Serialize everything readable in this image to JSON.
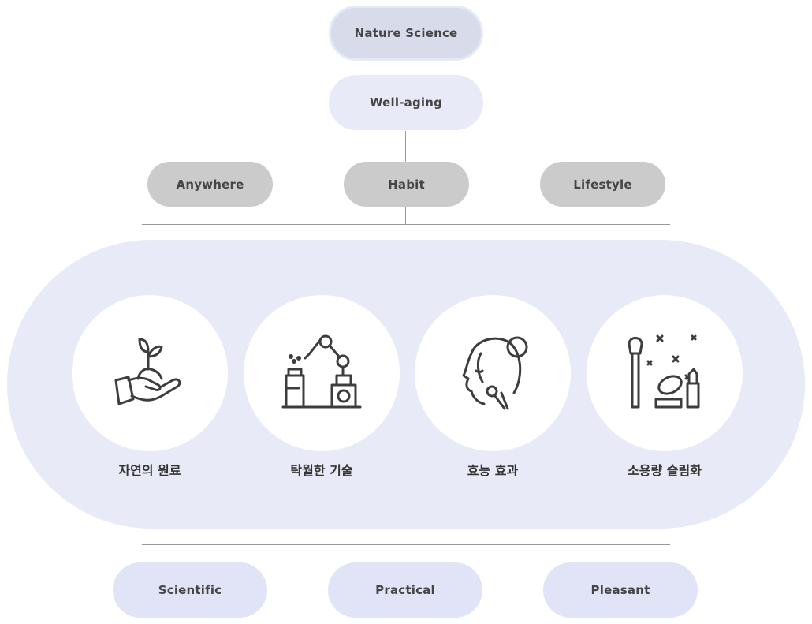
{
  "top": {
    "label": "Nature Science"
  },
  "second": {
    "label": "Well-aging"
  },
  "pillars": [
    {
      "label": "Anywhere"
    },
    {
      "label": "Habit"
    },
    {
      "label": "Lifestyle"
    }
  ],
  "features": [
    {
      "icon": "hand-sprout-icon",
      "label": "자연의 원료"
    },
    {
      "icon": "robot-arm-lab-icon",
      "label": "탁월한 기술"
    },
    {
      "icon": "face-care-icon",
      "label": "효능 효과"
    },
    {
      "icon": "makeup-brush-lipstick-icon",
      "label": "소용량 슬림화"
    }
  ],
  "values": [
    {
      "label": "Scientific"
    },
    {
      "label": "Practical"
    },
    {
      "label": "Pleasant"
    }
  ],
  "colors": {
    "grey_pill": "#cbcbcb",
    "band": "#e8eaf7",
    "value_pill": "#e1e4f6",
    "icon_stroke": "#3d3d3d"
  }
}
